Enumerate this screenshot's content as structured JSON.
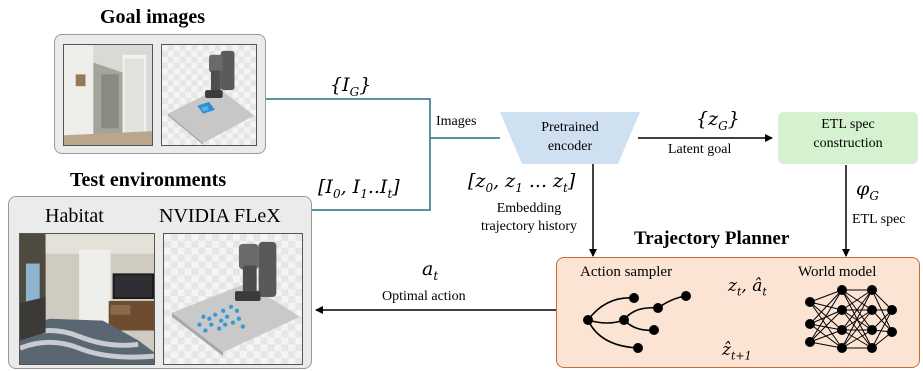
{
  "goal_images": {
    "title": "Goal images"
  },
  "test_environments": {
    "title": "Test environments",
    "habitat_label": "Habitat",
    "flex_label": "NVIDIA FLeX"
  },
  "encoder": {
    "label_line1": "Pretrained",
    "label_line2": "encoder"
  },
  "etl": {
    "label_line1": "ETL spec",
    "label_line2": "construction"
  },
  "planner": {
    "title": "Trajectory Planner",
    "action_sampler": "Action sampler",
    "world_model": "World model"
  },
  "edges": {
    "goal_set": "{I_G}",
    "obs_set": "[I_0, I_1..I_t]",
    "images": "Images",
    "latent_goal_set": "{z_G}",
    "latent_goal": "Latent goal",
    "embedding_seq": "[z_0, z_1 ... z_t]",
    "embedding_line1": "Embedding",
    "embedding_line2": "trajectory history",
    "phi_g": "φ_G",
    "etl_spec": "ETL spec",
    "a_t": "a_t",
    "optimal_action": "Optimal action",
    "z_a": "z_t, â_t",
    "z_next": "ẑ_t+1"
  },
  "colors": {
    "teal_line": "#2a6f80",
    "encoder_fill": "#cfe0f1",
    "etl_fill": "#d6f1cf",
    "planner_fill": "#fce4d4",
    "planner_border": "#c76a3a",
    "panel_fill": "#ebebeb"
  }
}
